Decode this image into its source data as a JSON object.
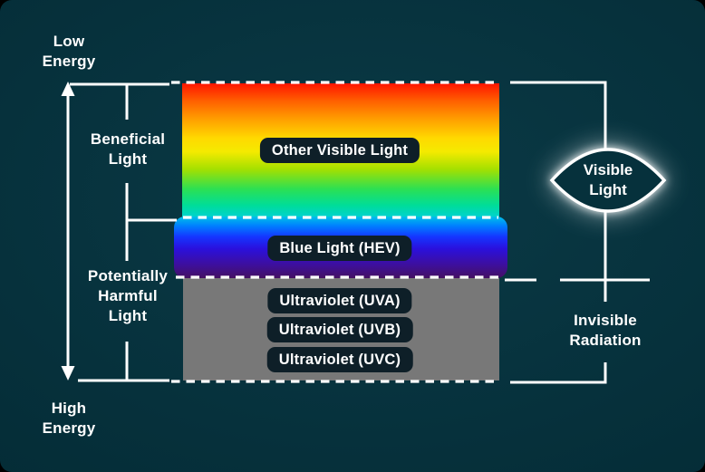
{
  "frame": {
    "background": "#06313C",
    "outer_background": "#000000",
    "line_color": "#FFFFFF"
  },
  "energy_axis": {
    "low_label": "Low\nEnergy",
    "high_label": "High\nEnergy"
  },
  "left_brackets": {
    "beneficial_label": "Beneficial\nLight",
    "harmful_label": "Potentially\nHarmful\nLight"
  },
  "right_brackets": {
    "visible_label": "Visible\nLight",
    "invisible_label": "Invisible\nRadiation"
  },
  "spectrum": {
    "pill_background": "#0E1F28",
    "visible_band": {
      "label": "Other Visible Light",
      "gradient_stops": [
        "#ff1400 0%",
        "#ff5f00 13%",
        "#ffa000 27%",
        "#ffd900 41%",
        "#f4ea00 51%",
        "#a5e000 64%",
        "#2be054 79%",
        "#00dd99 91%",
        "#00d2d0 100%"
      ]
    },
    "blue_band": {
      "label": "Blue Light (HEV)",
      "gradient_stops": [
        "#00c2e8 0%",
        "#0080ff 15%",
        "#1535ff 33%",
        "#2a10dd 52%",
        "#3b0fa8 74%",
        "#451063 100%"
      ]
    },
    "uv_band": {
      "color": "#787878",
      "labels": [
        "Ultraviolet (UVA)",
        "Ultraviolet (UVB)",
        "Ultraviolet (UVC)"
      ]
    }
  }
}
